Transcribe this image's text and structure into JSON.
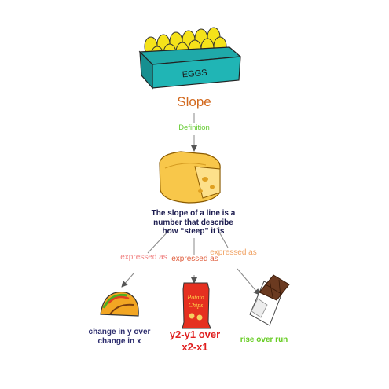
{
  "nodes": {
    "root": "Slope",
    "definition": "The slope  of a line is a number that describe how “steep” it is",
    "leaf_left": "change in y over change in x",
    "leaf_middle": "y2-y1 over x2-x1",
    "leaf_right": "rise over run"
  },
  "edges": {
    "root_to_definition": "Definition",
    "definition_to_left": "expressed as",
    "definition_to_middle": "expressed as",
    "definition_to_right": "expressed as"
  },
  "illustrations": {
    "egg_carton": {
      "icon": "egg-carton-icon",
      "text": "EGGS"
    },
    "cheese": {
      "icon": "cheese-icon"
    },
    "taco": {
      "icon": "taco-icon"
    },
    "chips_bag": {
      "icon": "potato-chips-icon",
      "text": "Potato Chips"
    },
    "chocolate": {
      "icon": "chocolate-bar-icon"
    }
  },
  "colors": {
    "root": "#d2691e",
    "definition_edge": "#66cc33",
    "definition_text": "#1a1a4e",
    "leaf_middle": "#e02020",
    "leaf_right": "#66cc22"
  }
}
